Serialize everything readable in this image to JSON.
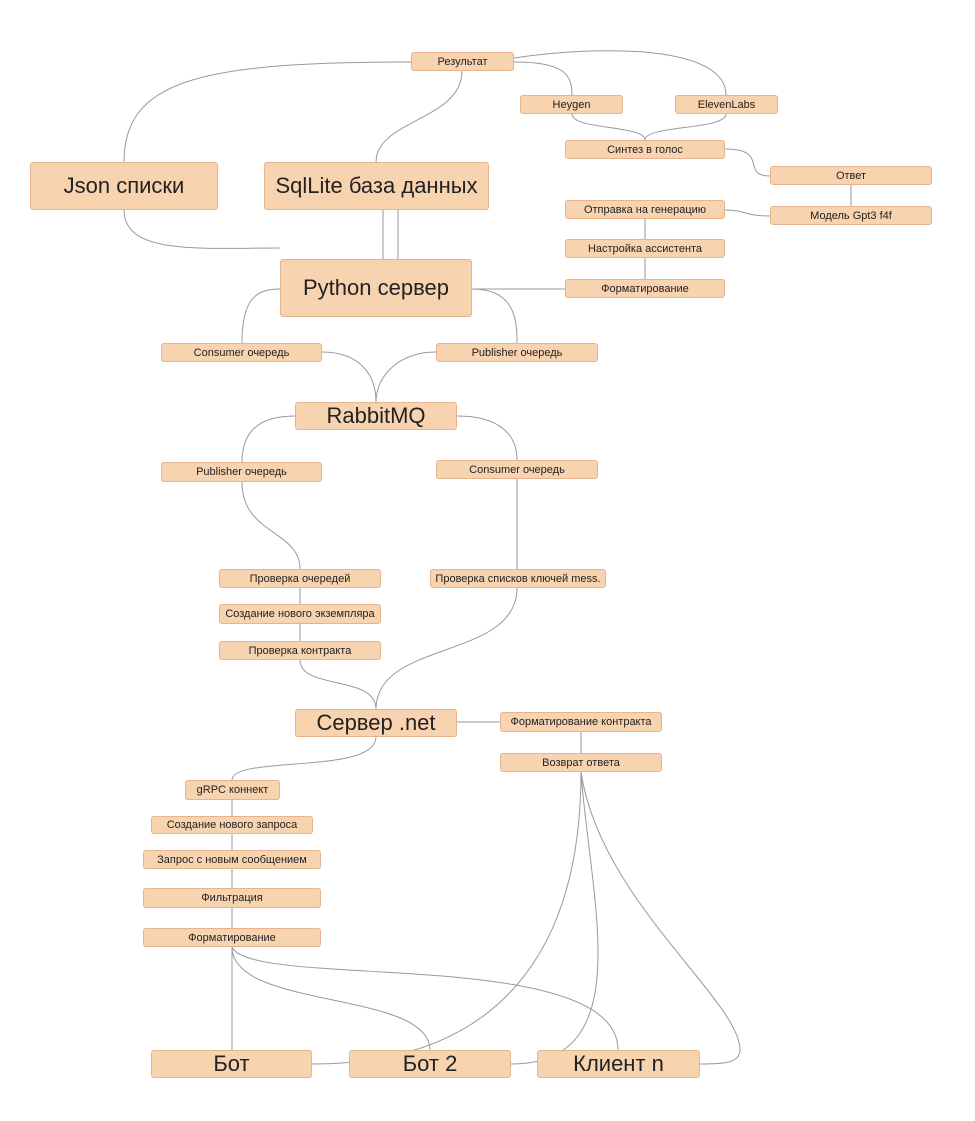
{
  "colors": {
    "node_fill": "#f8d3b0",
    "node_border": "#e6b58f",
    "edge": "#9a9a9a",
    "text": "#222222"
  },
  "nodes": {
    "rezultat": "Результат",
    "heygen": "Heygen",
    "elevenlabs": "ElevenLabs",
    "sintez": "Синтез в голос",
    "otvet": "Ответ",
    "json": "Json списки",
    "sqlite": "SqlLite база данных",
    "otpravka": "Отправка на генерацию",
    "model": "Модель Gpt3 f4f",
    "nastroika": "Настройка ассистента",
    "python": "Python сервер",
    "format_py": "Форматирование",
    "consumer_top": "Consumer очередь",
    "publisher_top": "Publisher очередь",
    "rabbitmq": "RabbitMQ",
    "publisher_mid": "Publisher очередь",
    "consumer_mid": "Consumer очередь",
    "proverka_ocheredei": "Проверка очередей",
    "proverka_spiskov": "Проверка списков ключей mess.",
    "sozdanie_ekz": "Создание нового экземпляра",
    "proverka_kontrakta": "Проверка контракта",
    "server_net": "Сервер .net",
    "format_kontrakta": "Форматирование контракта",
    "vozvrat": "Возврат ответа",
    "grpc": "gRPC коннект",
    "sozdanie_zaprosa": "Создание нового запроса",
    "zapros_soob": "Запрос с новым сообщением",
    "filtraciya": "Фильтрация",
    "format_bot": "Форматирование",
    "bot": "Бот",
    "bot2": "Бот 2",
    "klient": "Клиент n"
  }
}
